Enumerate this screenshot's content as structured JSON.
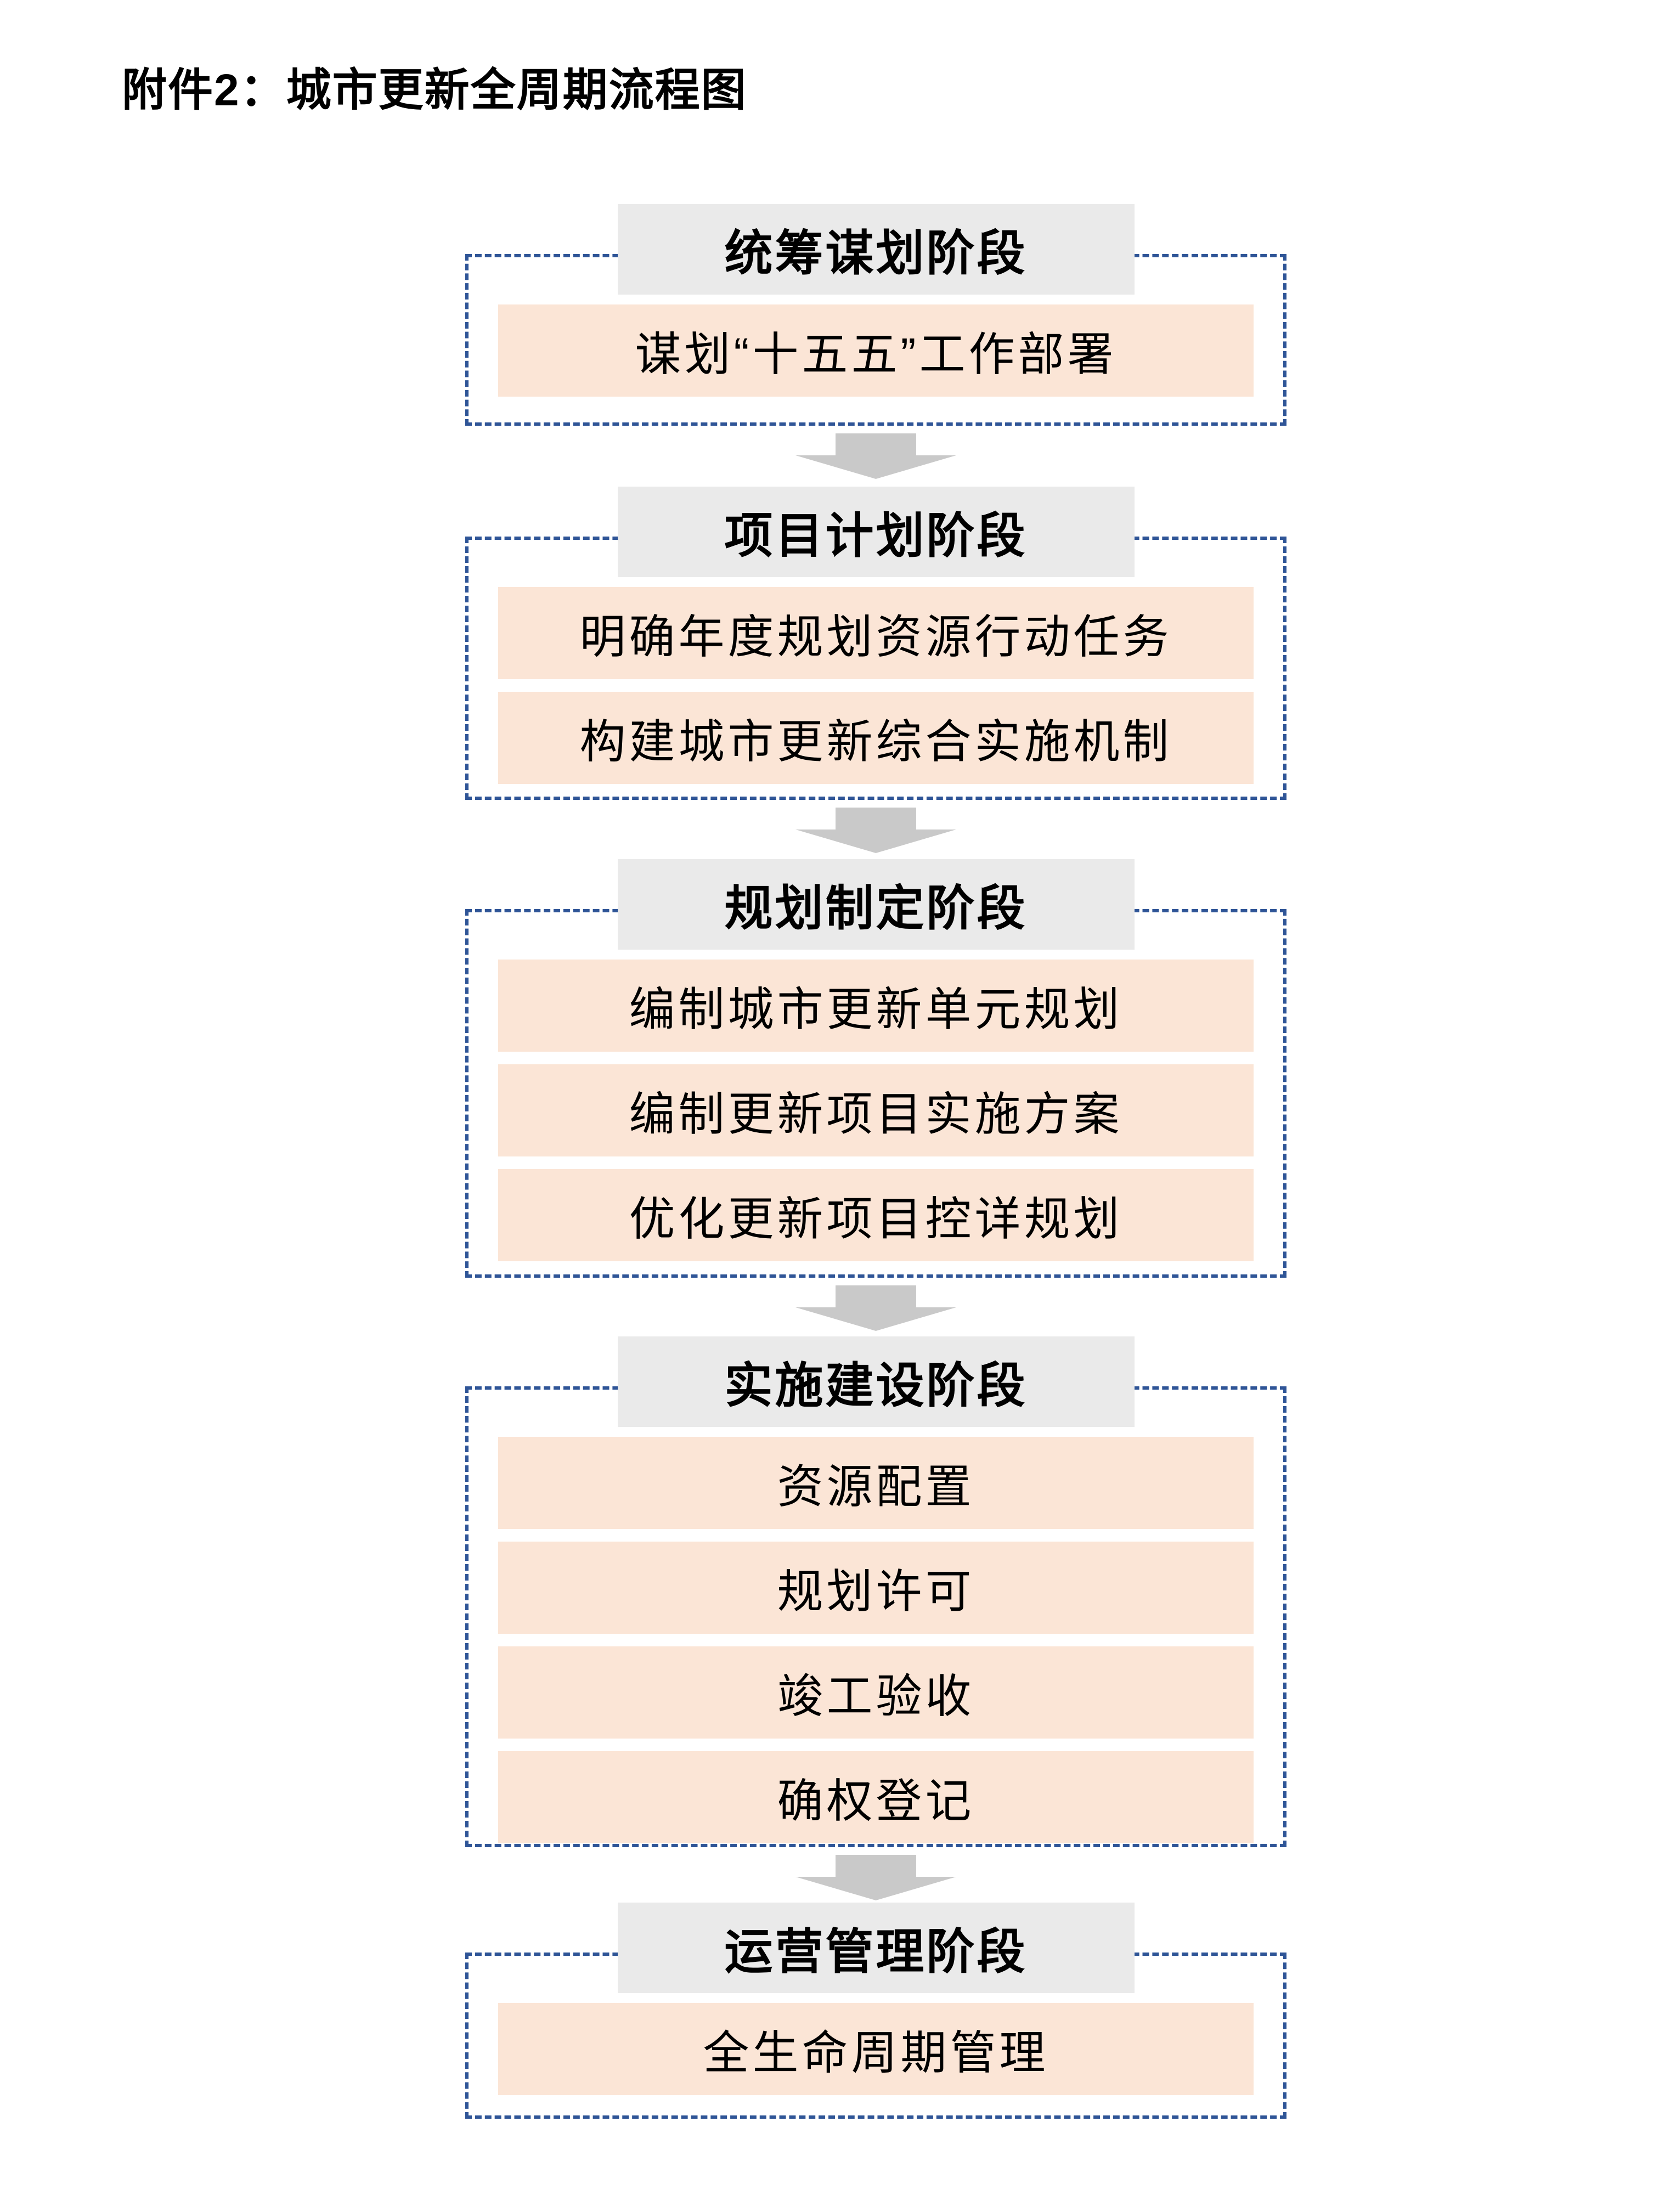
{
  "page": {
    "title": "附件2：城市更新全周期流程图",
    "background": "#ffffff"
  },
  "colors": {
    "stage_header_bg": "#EAEAEA",
    "item_bg": "#FBE5D6",
    "dashed_border_blue": "#2F5597",
    "arrow_gray": "#C9C9C9",
    "text": "#000000"
  },
  "icons": {
    "down_arrow": "block-down-arrow"
  },
  "stages": [
    {
      "header": "统筹谋划阶段",
      "items": [
        "谋划“十五五”工作部署"
      ]
    },
    {
      "header": "项目计划阶段",
      "items": [
        "明确年度规划资源行动任务",
        "构建城市更新综合实施机制"
      ]
    },
    {
      "header": "规划制定阶段",
      "items": [
        "编制城市更新单元规划",
        "编制更新项目实施方案",
        "优化更新项目控详规划"
      ]
    },
    {
      "header": "实施建设阶段",
      "items": [
        "资源配置",
        "规划许可",
        "竣工验收",
        "确权登记"
      ]
    },
    {
      "header": "运营管理阶段",
      "items": [
        "全生命周期管理"
      ]
    }
  ]
}
